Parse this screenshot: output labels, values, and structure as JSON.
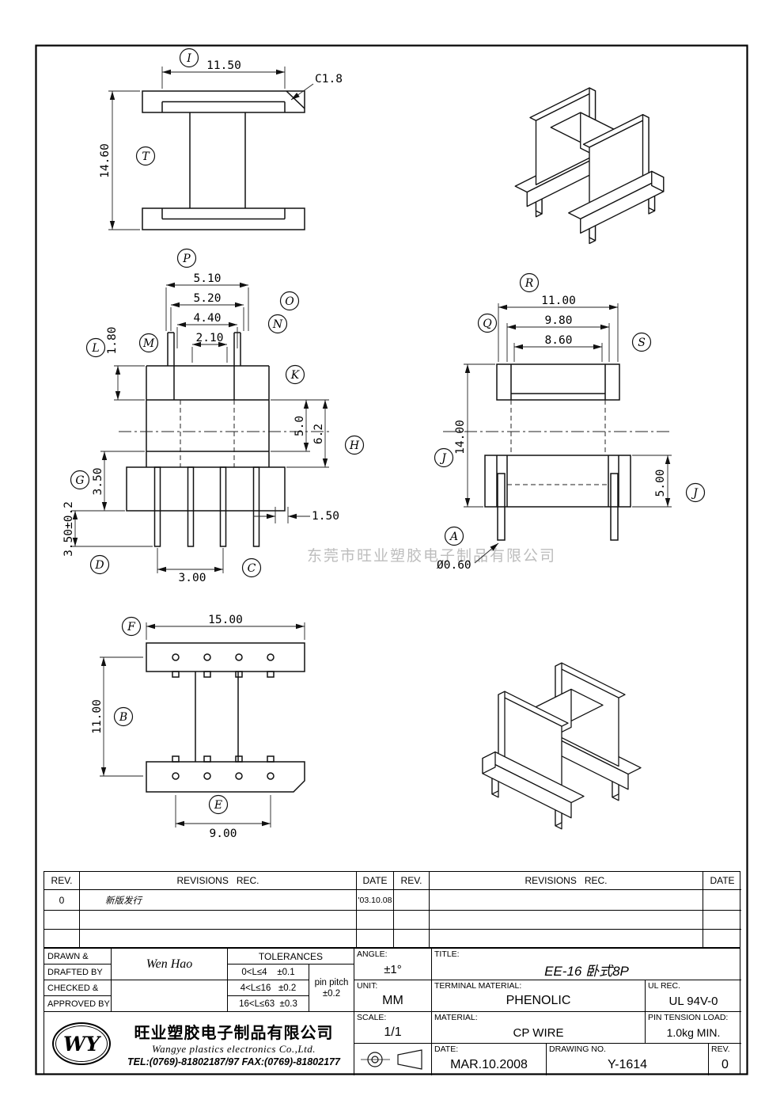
{
  "watermark": "东莞市旺业塑胶电子制品有限公司",
  "front_view": {
    "dim_width": "11.50",
    "chamfer": "C1.8",
    "dim_height": "14.60",
    "balloon_i": "I",
    "balloon_t": "T"
  },
  "section_view": {
    "dim_1": "5.10",
    "dim_2": "5.20",
    "dim_3": "4.40",
    "dim_4": "2.10",
    "dim_5": "1.80",
    "dim_6": "5.0",
    "dim_7": "6.2",
    "dim_8": "3.50",
    "dim_9": "1.50",
    "dim_10": "3.00",
    "dim_11": "3.50±0.2",
    "balloon_p": "P",
    "balloon_o": "O",
    "balloon_n": "N",
    "balloon_m": "M",
    "balloon_l": "L",
    "balloon_k": "K",
    "balloon_h": "H",
    "balloon_g": "G",
    "balloon_d": "D",
    "balloon_c": "C"
  },
  "side_view": {
    "dim_1": "11.00",
    "dim_2": "9.80",
    "dim_3": "8.60",
    "dim_4": "14.00",
    "dim_5": "5.00",
    "dim_6": "Ø0.60",
    "balloon_r": "R",
    "balloon_q": "Q",
    "balloon_s": "S",
    "balloon_j1": "J",
    "balloon_j2": "J",
    "balloon_a": "A"
  },
  "bottom_view": {
    "dim_1": "15.00",
    "dim_2": "11.00",
    "dim_3": "9.00",
    "balloon_f": "F",
    "balloon_b": "B",
    "balloon_e": "E"
  },
  "revision_table": {
    "header_rev_l": "REV.",
    "header_revisions_l": "REVISIONS   REC.",
    "header_date_l": "DATE",
    "header_rev_r": "REV.",
    "header_revisions_r": "REVISIONS   REC.",
    "header_date_r": "DATE",
    "row1_rev": "0",
    "row1_desc": "新版发行",
    "row1_date": "'03.10.08"
  },
  "title_block": {
    "drawn_label_1": "DRAWN &",
    "drawn_label_2": "DRAFTED BY",
    "drawn_by": "Wen Hao",
    "checked_label_1": "CHECKED &",
    "checked_label_2": "APPROVED BY",
    "tolerances_header": "TOLERANCES",
    "tolerance_rows": [
      "0<L≤4    ±0.1",
      "4<L≤16   ±0.2",
      "16<L≤63  ±0.3"
    ],
    "pin_pitch_label": "pin pitch",
    "pin_pitch_value": "±0.2",
    "angle_label": "ANGLE:",
    "angle_value": "±1°",
    "title_label": "TITLE:",
    "title_value": "EE-16 卧式8P",
    "unit_label": "UNIT:",
    "unit_value": "MM",
    "terminal_material_label": "TERMINAL MATERIAL:",
    "terminal_material_value": "PHENOLIC",
    "ul_rec_label": "UL REC.",
    "ul_rec_value": "UL 94V-0",
    "scale_label": "SCALE:",
    "scale_value": "1/1",
    "material_label": "MATERIAL:",
    "material_value": "CP WIRE",
    "pin_tension_label": "PIN TENSION LOAD:",
    "pin_tension_value": "1.0kg MIN.",
    "date_label": "DATE:",
    "date_value": "MAR.10.2008",
    "drawing_no_label": "DRAWING NO.",
    "drawing_no_value": "Y-1614",
    "rev_label": "REV.",
    "rev_value": "0",
    "logo_text": "WY",
    "company_cn": "旺业塑胶电子制品有限公司",
    "company_en": "Wangye plastics electronics Co.,Ltd.",
    "company_tel": "TEL:(0769)-81802187/97   FAX:(0769)-81802177"
  }
}
